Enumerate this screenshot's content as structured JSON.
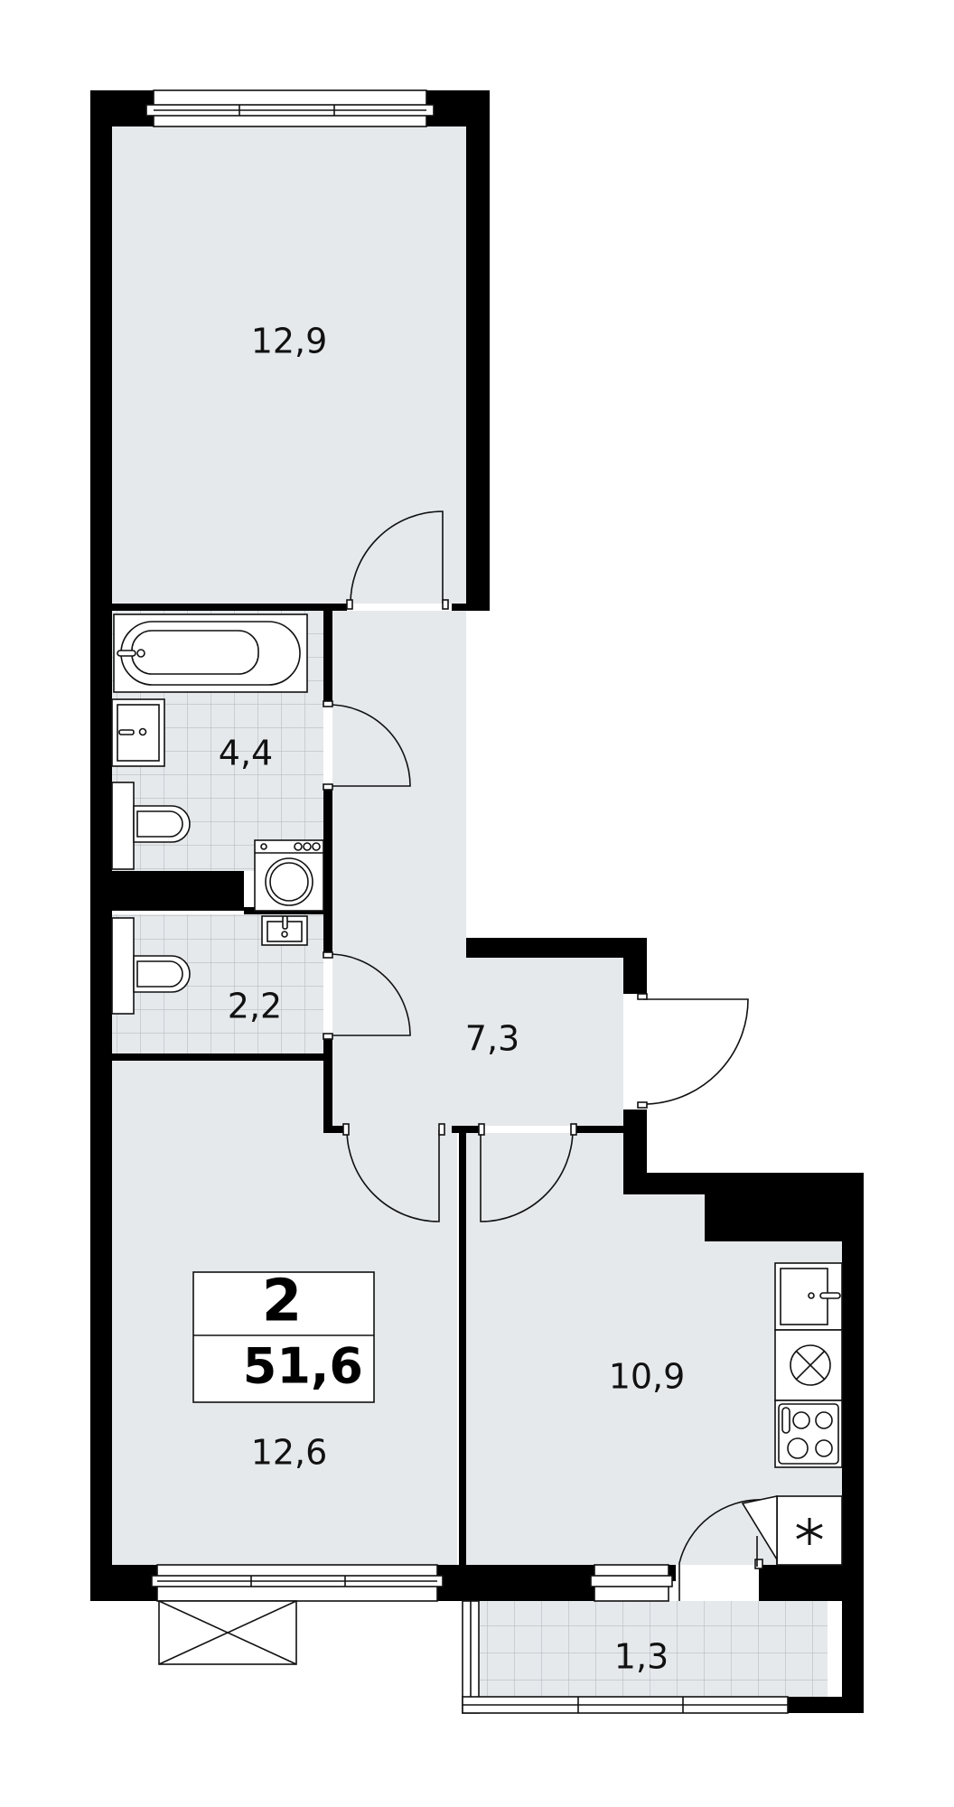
{
  "rooms": [
    {
      "id": "bedroom-top",
      "area": "12,9"
    },
    {
      "id": "bathroom",
      "area": "4,4"
    },
    {
      "id": "toilet",
      "area": "2,2"
    },
    {
      "id": "hallway",
      "area": "7,3"
    },
    {
      "id": "bedroom-bottom",
      "area": "12,6"
    },
    {
      "id": "kitchen",
      "area": "10,9"
    },
    {
      "id": "balcony",
      "area": "1,3"
    }
  ],
  "summary": {
    "rooms_count": "2",
    "total_area": "51,6"
  },
  "colors": {
    "wall": "#000000",
    "floor": "#e6e9ec",
    "tile_line": "#b9bdc1",
    "outline": "#111111",
    "background": "#ffffff"
  },
  "icons": [
    "bathtub-icon",
    "sink-icon",
    "toilet-icon",
    "washing-machine-icon",
    "fridge-icon",
    "stove-icon",
    "cooktop-icon",
    "fan-icon"
  ]
}
